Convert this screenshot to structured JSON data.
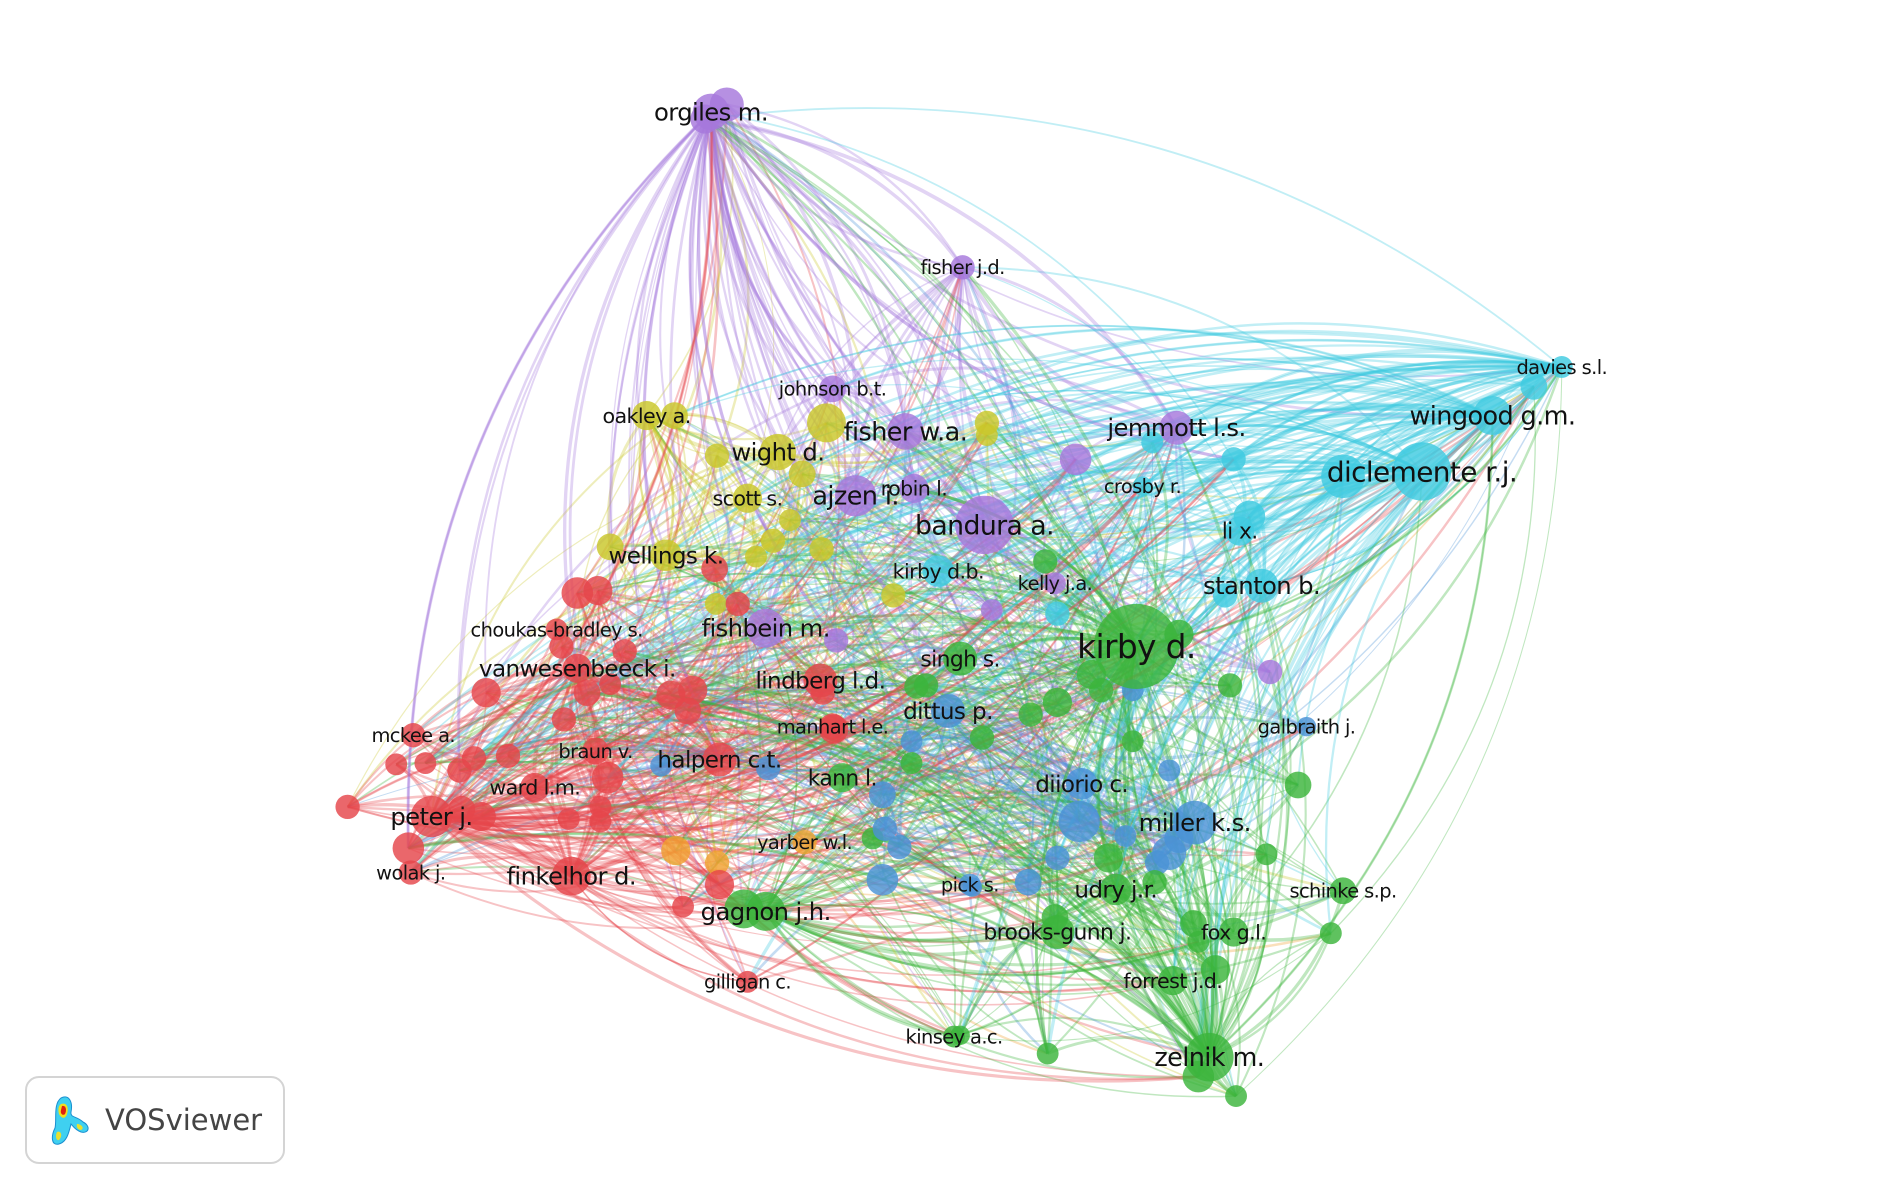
{
  "app": {
    "logo_text": "VOSviewer"
  },
  "colors": {
    "red": "#e5454b",
    "green": "#3cb43c",
    "blue": "#4b92d6",
    "yellow": "#c9c72a",
    "purple": "#a678dc",
    "cyan": "#3fcbe0",
    "orange": "#f0a030"
  },
  "nodes": [
    {
      "label": "orgiles m.",
      "cluster": "purple"
    },
    {
      "label": "fisher j.d.",
      "cluster": "purple"
    },
    {
      "label": "johnson b.t.",
      "cluster": "purple"
    },
    {
      "label": "oakley a.",
      "cluster": "yellow"
    },
    {
      "label": "fisher w.a.",
      "cluster": "purple"
    },
    {
      "label": "jemmott l.s.",
      "cluster": "purple"
    },
    {
      "label": "davies s.l.",
      "cluster": "cyan"
    },
    {
      "label": "wingood g.m.",
      "cluster": "cyan"
    },
    {
      "label": "wight d.",
      "cluster": "yellow"
    },
    {
      "label": "robin l.",
      "cluster": "purple"
    },
    {
      "label": "diclemente r.j.",
      "cluster": "cyan"
    },
    {
      "label": "crosby r.",
      "cluster": "cyan"
    },
    {
      "label": "scott s.",
      "cluster": "yellow"
    },
    {
      "label": "ajzen i.",
      "cluster": "purple"
    },
    {
      "label": "bandura a.",
      "cluster": "purple"
    },
    {
      "label": "li x.",
      "cluster": "cyan"
    },
    {
      "label": "wellings k.",
      "cluster": "yellow"
    },
    {
      "label": "kirby d.b.",
      "cluster": "cyan"
    },
    {
      "label": "kelly j.a.",
      "cluster": "purple"
    },
    {
      "label": "stanton b.",
      "cluster": "cyan"
    },
    {
      "label": "kirby d.",
      "cluster": "green"
    },
    {
      "label": "choukas-bradley s.",
      "cluster": "red"
    },
    {
      "label": "fishbein m.",
      "cluster": "purple"
    },
    {
      "label": "singh s.",
      "cluster": "green"
    },
    {
      "label": "vanwesenbeeck i.",
      "cluster": "red"
    },
    {
      "label": "lindberg l.d.",
      "cluster": "red"
    },
    {
      "label": "dittus p.",
      "cluster": "blue"
    },
    {
      "label": "manhart l.e.",
      "cluster": "red"
    },
    {
      "label": "galbraith j.",
      "cluster": "blue"
    },
    {
      "label": "mckee a.",
      "cluster": "red"
    },
    {
      "label": "braun v.",
      "cluster": "red"
    },
    {
      "label": "halpern c.t.",
      "cluster": "red"
    },
    {
      "label": "kann l.",
      "cluster": "green"
    },
    {
      "label": "diiorio c.",
      "cluster": "blue"
    },
    {
      "label": "ward l.m.",
      "cluster": "red"
    },
    {
      "label": "peter j.",
      "cluster": "red"
    },
    {
      "label": "miller k.s.",
      "cluster": "blue"
    },
    {
      "label": "yarber w.l.",
      "cluster": "orange"
    },
    {
      "label": "wolak j.",
      "cluster": "red"
    },
    {
      "label": "finkelhor d.",
      "cluster": "red"
    },
    {
      "label": "pick s.",
      "cluster": "blue"
    },
    {
      "label": "udry j.r.",
      "cluster": "green"
    },
    {
      "label": "schinke s.p.",
      "cluster": "green"
    },
    {
      "label": "gagnon j.h.",
      "cluster": "green"
    },
    {
      "label": "brooks-gunn j.",
      "cluster": "green"
    },
    {
      "label": "fox g.l.",
      "cluster": "green"
    },
    {
      "label": "forrest j.d.",
      "cluster": "green"
    },
    {
      "label": "gilligan c.",
      "cluster": "red"
    },
    {
      "label": "kinsey a.c.",
      "cluster": "green"
    },
    {
      "label": "zelnik m.",
      "cluster": "green"
    }
  ]
}
